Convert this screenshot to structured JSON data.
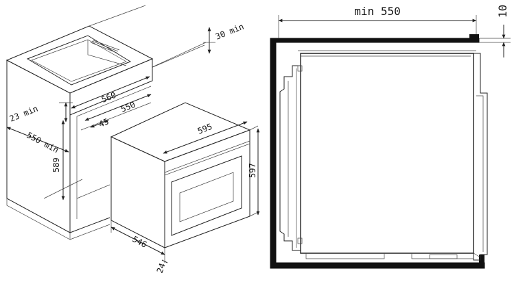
{
  "left_drawing": {
    "labels": {
      "d30min": "30 min",
      "d560": "560",
      "d550": "550",
      "d23min": "23 min",
      "d45": "45",
      "d550min": "550 min",
      "d589": "589",
      "d595": "595",
      "d597": "597",
      "d546": "546",
      "d24": "24"
    }
  },
  "right_drawing": {
    "labels": {
      "min550": "min 550",
      "d10": "10"
    }
  }
}
